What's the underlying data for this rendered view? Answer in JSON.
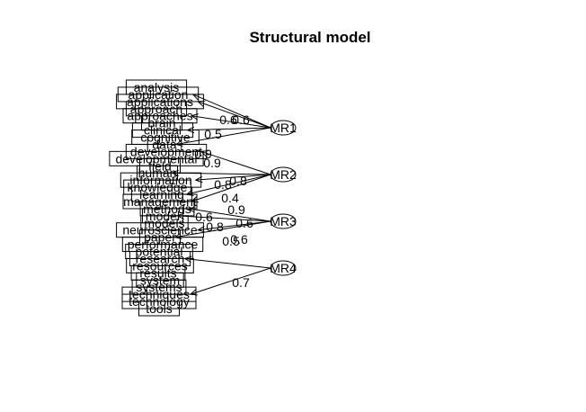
{
  "title": "Structural model",
  "variables": [
    "analysis",
    "application",
    "applications",
    "approach",
    "approaches",
    "brain",
    "clinical",
    "cognitive",
    "data",
    "development",
    "developmental",
    "field",
    "human",
    "information",
    "knowledge",
    "learning",
    "management",
    "methods",
    "model",
    "models",
    "neuroscience",
    "paper",
    "performance",
    "potential",
    "research",
    "resources",
    "results",
    "system",
    "systems",
    "techniques",
    "technology",
    "tools"
  ],
  "factors": [
    "MR1",
    "MR2",
    "MR3",
    "MR4"
  ],
  "edge_labels": [
    "0.6",
    "0.6",
    "0.5",
    "0.9",
    "0.9",
    "0.8",
    "0.8",
    "0.4",
    "0.9",
    "0.6",
    "0.6",
    "0.8",
    "0.6",
    "0.5",
    "0.7"
  ]
}
